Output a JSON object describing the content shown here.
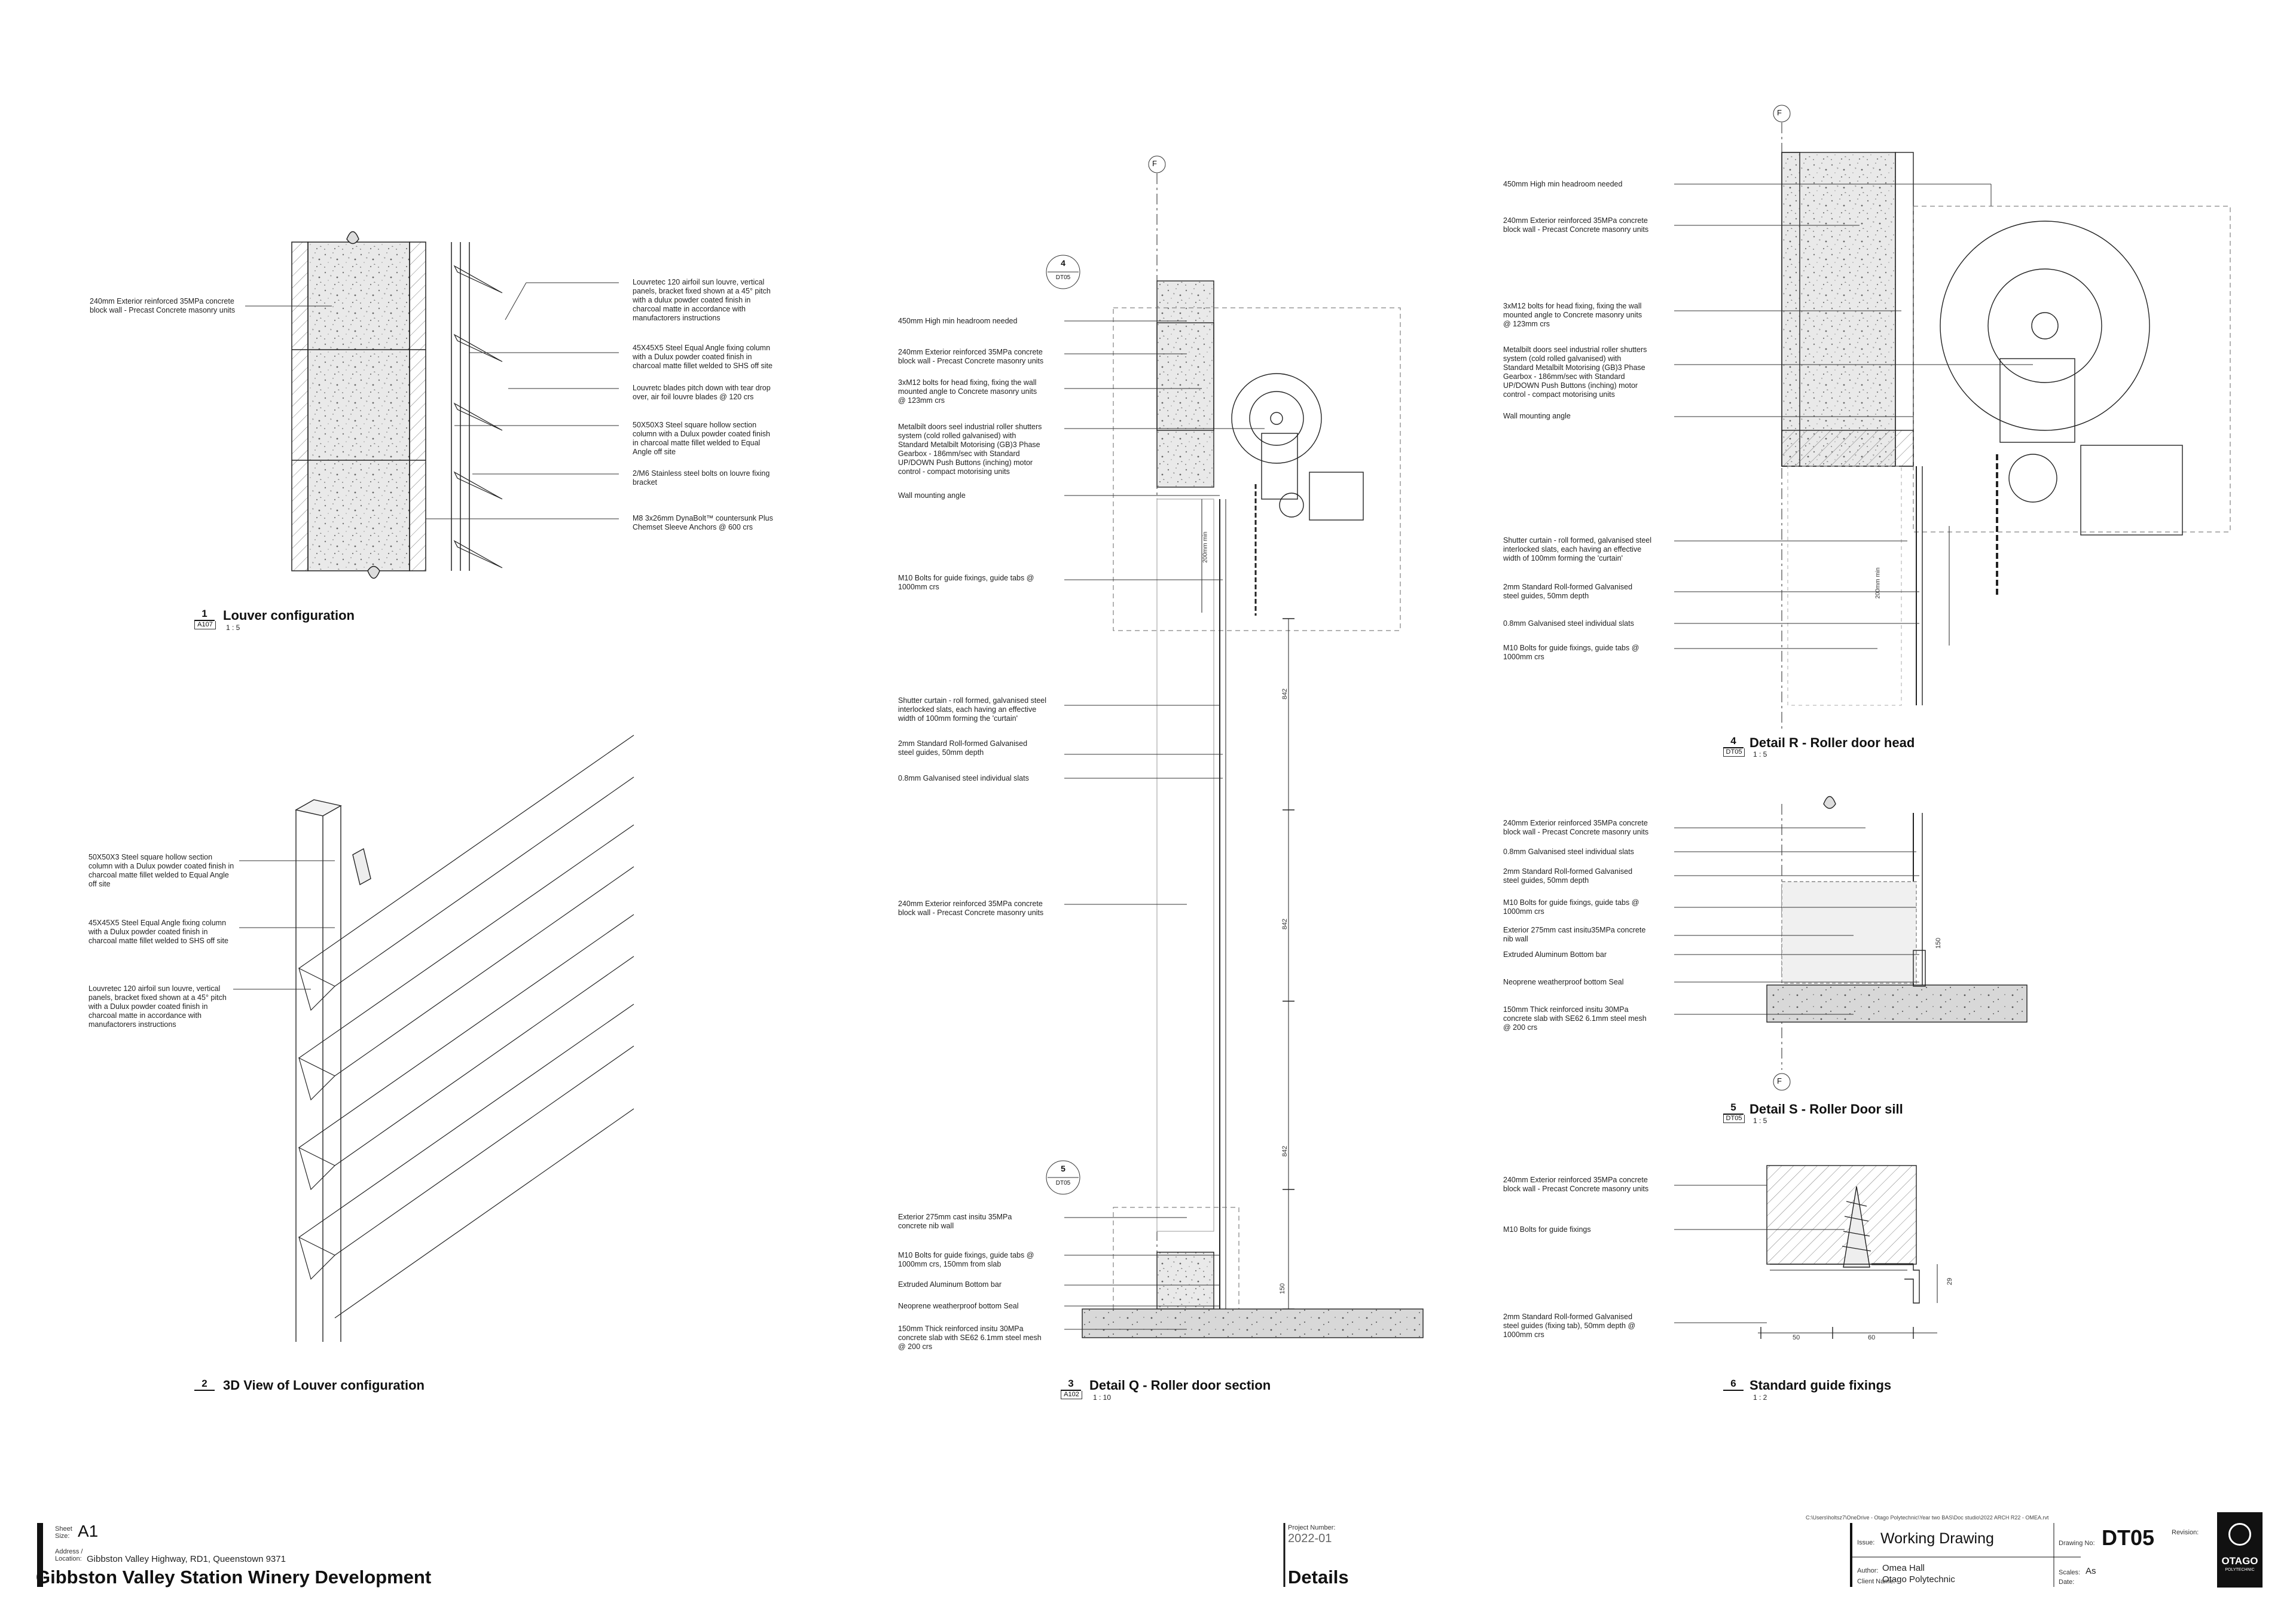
{
  "views": [
    {
      "number": "1",
      "ref": "A107",
      "title": "Louver configuration",
      "scale": "1 : 5"
    },
    {
      "number": "2",
      "ref": "",
      "title": "3D View of Louver configuration",
      "scale": ""
    },
    {
      "number": "3",
      "ref": "A102",
      "title": "Detail Q - Roller door section",
      "scale": "1 : 10"
    },
    {
      "number": "4",
      "ref": "DT05",
      "title": "Detail R - Roller door head",
      "scale": "1 : 5"
    },
    {
      "number": "5",
      "ref": "DT05",
      "title": "Detail S - Roller Door sill",
      "scale": "1 : 5"
    },
    {
      "number": "6",
      "ref": "",
      "title": "Standard guide fixings",
      "scale": "1 : 2"
    }
  ],
  "notes": {
    "v1": [
      "240mm Exterior reinforced 35MPa concrete\nblock wall - Precast Concrete masonry units",
      "Louvretec 120 airfoil sun louvre, vertical\npanels, bracket fixed shown at a 45° pitch\nwith a dulux powder coated finish in\ncharcoal matte in accordance with\nmanufactorers instructions",
      "45X45X5 Steel Equal Angle fixing column\nwith a Dulux powder coated finish in\ncharcoal matte fillet welded to SHS off site",
      "Louvretc blades pitch down with tear drop\nover, air foil louvre blades @ 120 crs",
      "50X50X3 Steel square hollow section\ncolumn with a Dulux powder coated finish\nin charcoal matte fillet welded to Equal\nAngle off site",
      "2/M6 Stainless steel bolts on louvre fixing\nbracket",
      "M8 3x26mm DynaBolt™ countersunk Plus\nChemset Sleeve Anchors @ 600 crs"
    ],
    "v2": [
      "50X50X3 Steel square hollow section\ncolumn with a Dulux powder coated finish in\ncharcoal matte fillet welded to Equal Angle\noff site",
      "45X45X5 Steel Equal Angle fixing column\nwith a Dulux powder coated finish in\ncharcoal matte fillet welded to SHS off site",
      "Louvretec 120 airfoil sun louvre, vertical\npanels, bracket fixed shown at a 45° pitch\nwith a Dulux powder coated finish in\ncharcoal matte in accordance with\nmanufactorers instructions"
    ],
    "v3": [
      "450mm High min headroom needed",
      "240mm Exterior reinforced 35MPa concrete\nblock wall - Precast Concrete masonry units",
      "3xM12 bolts for head fixing, fixing the wall\nmounted angle to Concrete masonry units\n@ 123mm crs",
      "Metalbilt doors seel industrial roller shutters\nsystem (cold rolled galvanised) with\nStandard Metalbilt Motorising (GB)3 Phase\nGearbox - 186mm/sec with Standard\nUP/DOWN Push Buttons (inching) motor\ncontrol - compact motorising units",
      "Wall mounting angle",
      "M10 Bolts for guide fixings, guide tabs @\n1000mm crs",
      "Shutter curtain - roll formed, galvanised steel\ninterlocked slats, each having an effective\nwidth of 100mm forming the 'curtain'",
      "2mm Standard Roll-formed Galvanised\nsteel guides, 50mm depth",
      "0.8mm Galvanised steel individual slats",
      "240mm Exterior reinforced 35MPa concrete\nblock wall - Precast Concrete masonry units",
      "Exterior 275mm cast insitu 35MPa\nconcrete nib wall",
      "M10 Bolts for guide fixings, guide tabs @\n1000mm crs, 150mm from slab",
      "Extruded Aluminum Bottom bar",
      "Neoprene weatherproof bottom Seal",
      "150mm Thick reinforced insitu 30MPa\nconcrete slab with SE62 6.1mm steel mesh\n@ 200 crs"
    ],
    "v4": [
      "450mm High min headroom needed",
      "240mm Exterior reinforced 35MPa concrete\nblock wall - Precast Concrete masonry units",
      "3xM12 bolts for head fixing, fixing the wall\nmounted angle to Concrete masonry units\n@ 123mm crs",
      "Metalbilt doors seel industrial roller shutters\nsystem (cold rolled galvanised) with\nStandard Metalbilt Motorising (GB)3 Phase\nGearbox - 186mm/sec with Standard\nUP/DOWN Push Buttons (inching) motor\ncontrol - compact motorising units",
      "Wall mounting angle",
      "Shutter curtain - roll formed, galvanised steel\ninterlocked slats, each having an effective\nwidth of 100mm forming the 'curtain'",
      "2mm Standard Roll-formed Galvanised\nsteel guides, 50mm depth",
      "0.8mm Galvanised steel individual slats",
      "M10 Bolts for guide fixings, guide tabs @\n1000mm crs"
    ],
    "v5": [
      "240mm Exterior reinforced 35MPa concrete\nblock wall - Precast Concrete masonry units",
      "0.8mm Galvanised steel individual slats",
      "2mm Standard Roll-formed Galvanised\nsteel guides, 50mm depth",
      "M10 Bolts for guide fixings, guide tabs @\n1000mm crs",
      "Exterior 275mm cast insitu35MPa concrete\nnib wall",
      "Extruded Aluminum Bottom bar",
      "Neoprene weatherproof bottom Seal",
      "150mm Thick reinforced insitu 30MPa\nconcrete slab with SE62 6.1mm steel mesh\n@ 200 crs"
    ],
    "v6": [
      "240mm Exterior reinforced 35MPa concrete\nblock wall - Precast Concrete masonry units",
      "M10 Bolts for guide fixings",
      "2mm Standard Roll-formed Galvanised\nsteel guides (fixing tab), 50mm depth @\n1000mm crs"
    ]
  },
  "dims": {
    "v3": [
      "842",
      "842",
      "842",
      "200mm min",
      "150"
    ],
    "v4": [
      "200mm min"
    ],
    "v5": [
      "150"
    ],
    "v6": [
      "29",
      "50",
      "60"
    ]
  },
  "markers": {
    "grid": "F",
    "callout_q_head": "4",
    "callout_q_head_ref": "DT05",
    "callout_q_sill": "5",
    "callout_q_sill_ref": "DT05"
  },
  "titleblock": {
    "sheet_label": "Sheet\nSize:",
    "sheet_size": "A1",
    "address_label": "Address /\nLocation:",
    "address": "Gibbston Valley Highway, RD1, Queenstown 9371",
    "project_title": "Gibbston Valley Station Winery Development",
    "project_number_label": "Project Number:",
    "project_number": "2022-01",
    "drawing_title": "Details",
    "file_path": "C:\\Users\\holtsz7\\OneDrive - Otago Polytechnic\\Year two BAS\\Doc studio\\2022 ARCH R22 - OMEA.rvt",
    "issue_label": "Issue:",
    "issue": "Working Drawing",
    "author_label": "Author:",
    "author": "Omea Hall",
    "client_label": "Client Name:",
    "client": "Otago Polytechnic",
    "drawing_no_label": "Drawing No:",
    "drawing_no": "DT05",
    "revision_label": "Revision:",
    "scales_label": "Scales:",
    "scales": "As",
    "date_label": "Date:",
    "logo_text": "OTAGO",
    "logo_sub": "POLYTECHNIC"
  }
}
